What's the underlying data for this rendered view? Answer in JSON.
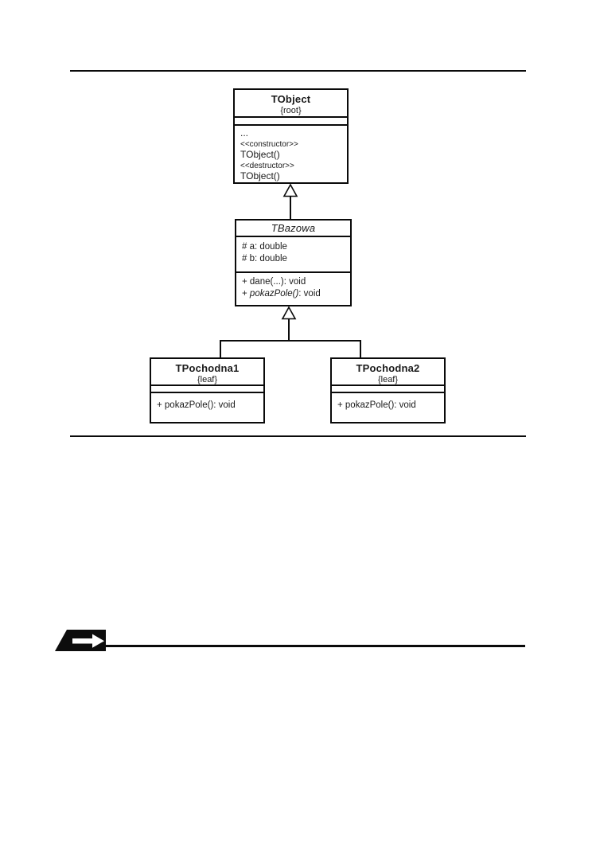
{
  "page": {
    "background": "#ffffff",
    "line_color": "#0a0a0a",
    "text_color": "#1a1a1a"
  },
  "diagram": {
    "tobject": {
      "name": "TObject",
      "stereotype": "{root}",
      "operations": [
        "...",
        "<<constructor>>",
        "TObject()",
        "<<destructor>>",
        "TObject()"
      ]
    },
    "tbazowa": {
      "name": "TBazowa",
      "attributes": [
        "# a: double",
        "# b: double"
      ],
      "operation_1": "+ dane(...): void",
      "operation_2": {
        "prefix": "+ ",
        "name": "pokazPole()",
        "suffix": ": void"
      }
    },
    "tpochodna1": {
      "name": "TPochodna1",
      "stereotype": "{leaf}",
      "operations": [
        "+ pokazPole(): void"
      ]
    },
    "tpochodna2": {
      "name": "TPochodna2",
      "stereotype": "{leaf}",
      "operations": [
        "+ pokazPole(): void"
      ]
    }
  },
  "footer": {
    "marker_icon": "arrow-right-icon"
  }
}
